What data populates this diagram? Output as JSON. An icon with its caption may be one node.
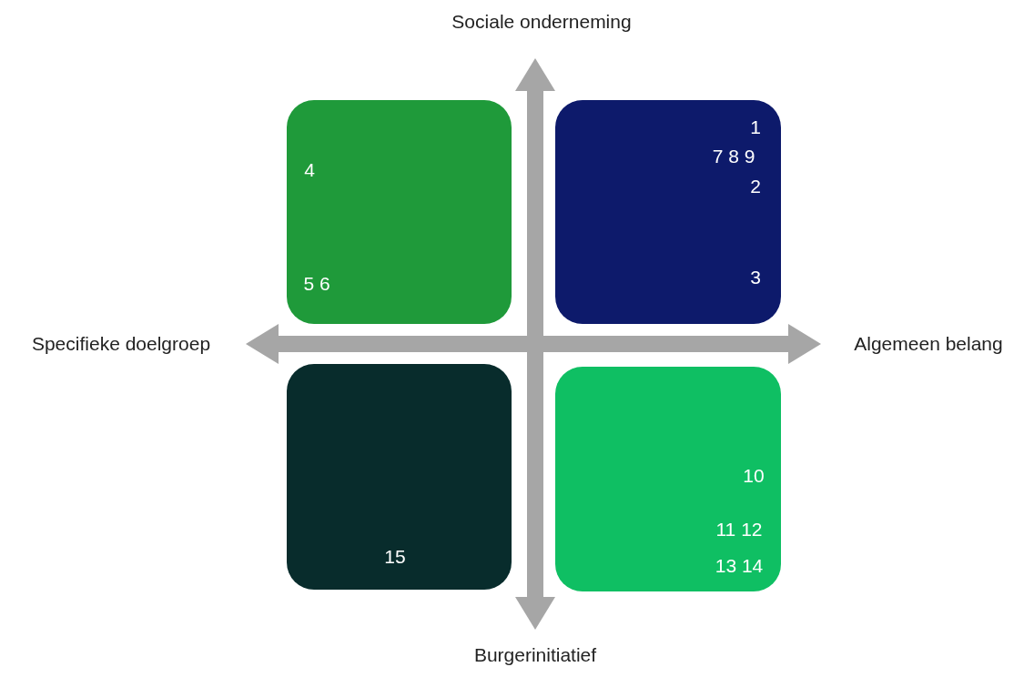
{
  "diagram": {
    "nodes": [
      {
        "text": [
          "4",
          "5 6"
        ]
      },
      {
        "text": [
          "1",
          "7 8 9",
          "2",
          "3"
        ]
      },
      {
        "text": [
          "15"
        ]
      },
      {
        "text": [
          "10",
          "11 12",
          "13 14"
        ]
      }
    ],
    "labels": [
      "Sociale onderneming",
      "Specifieke doelgroep",
      "Algemeen belang",
      "Burgerinitiatief"
    ]
  }
}
